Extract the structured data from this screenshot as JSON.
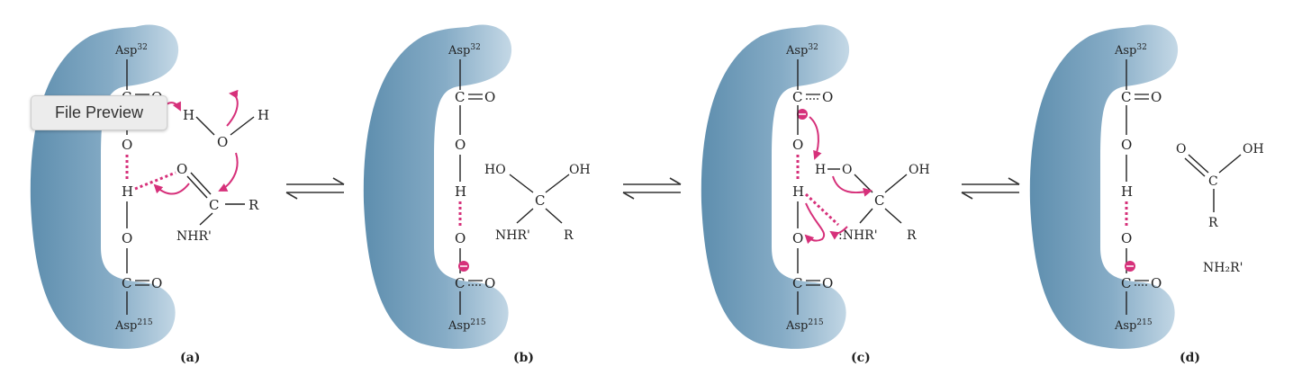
{
  "tooltip": {
    "text": "File Preview"
  },
  "panels": [
    {
      "caption": "(a)",
      "asp_top": "Asp",
      "asp_top_sup": "32",
      "asp_bottom": "Asp",
      "asp_bottom_sup": "215",
      "labels": [
        "C",
        "O",
        "O",
        "H",
        "O",
        "C",
        "O",
        "H",
        "H",
        "O",
        "O",
        "C",
        "R",
        "NHR'"
      ]
    },
    {
      "caption": "(b)",
      "asp_top": "Asp",
      "asp_top_sup": "32",
      "asp_bottom": "Asp",
      "asp_bottom_sup": "215",
      "labels": [
        "C",
        "O",
        "O",
        "H",
        "O",
        "C",
        "O",
        "HO",
        "OH",
        "C",
        "NHR'",
        "R"
      ]
    },
    {
      "caption": "(c)",
      "asp_top": "Asp",
      "asp_top_sup": "32",
      "asp_bottom": "Asp",
      "asp_bottom_sup": "215",
      "labels": [
        "C",
        "O",
        "O",
        "H",
        "O",
        "C",
        "O",
        "H",
        "O",
        "OH",
        "C",
        ":NHR'",
        "R"
      ]
    },
    {
      "caption": "(d)",
      "asp_top": "Asp",
      "asp_top_sup": "32",
      "asp_bottom": "Asp",
      "asp_bottom_sup": "215",
      "labels": [
        "C",
        "O",
        "O",
        "H",
        "O",
        "C",
        "O",
        "O",
        "OH",
        "C",
        "R",
        "NH₂R'"
      ]
    }
  ],
  "colors": {
    "enzyme": "#6f9bb8",
    "enzyme_light": "#b5cfe0",
    "arrow": "#d6307a",
    "text": "#222222"
  }
}
